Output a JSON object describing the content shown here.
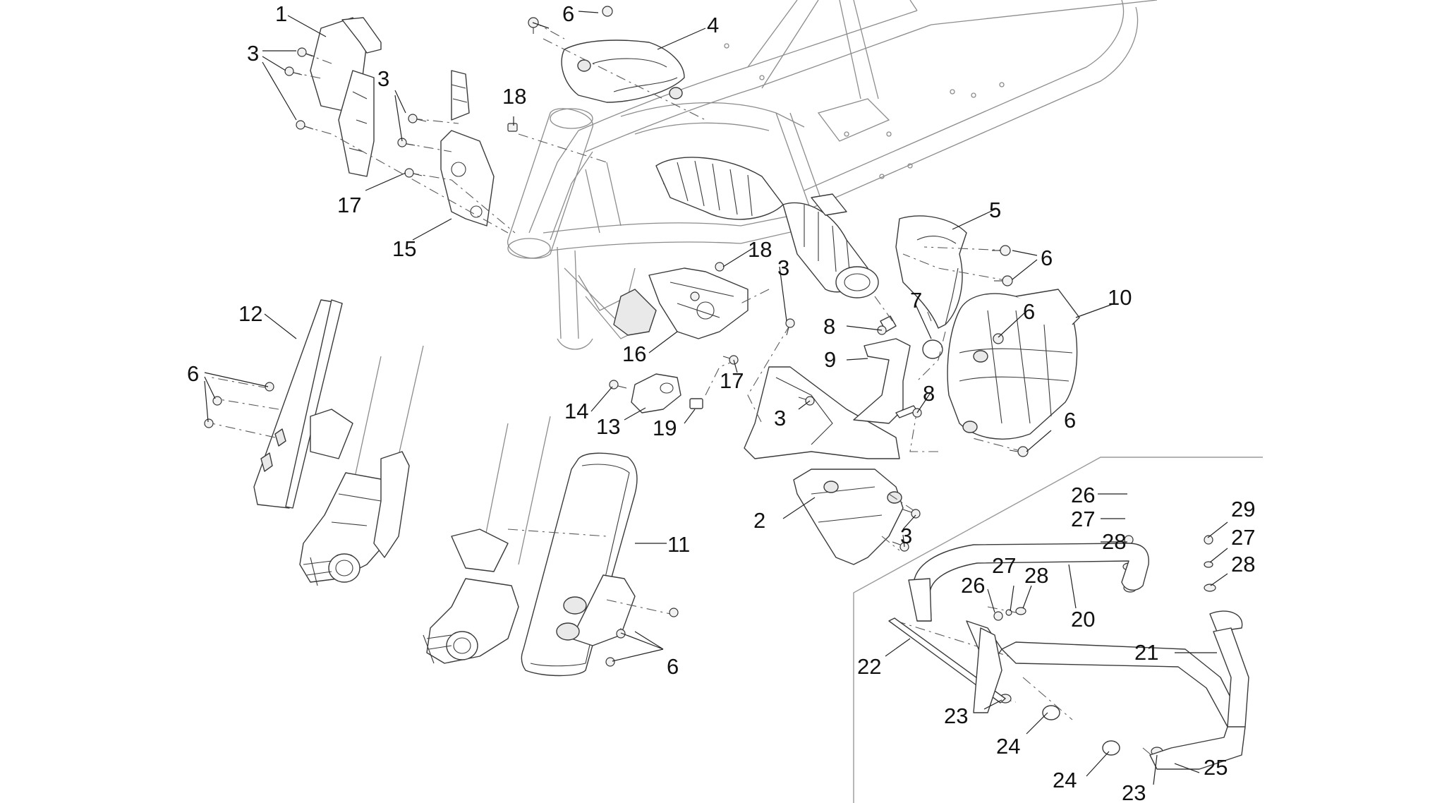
{
  "diagram": {
    "callouts": [
      "1",
      "3",
      "3",
      "6",
      "4",
      "18",
      "17",
      "15",
      "5",
      "6",
      "18",
      "3",
      "12",
      "6",
      "16",
      "17",
      "7",
      "8",
      "10",
      "6",
      "9",
      "14",
      "13",
      "19",
      "8",
      "3",
      "6",
      "2",
      "3",
      "26",
      "27",
      "28",
      "11",
      "29",
      "27",
      "28",
      "27",
      "28",
      "26",
      "20",
      "21",
      "22",
      "6",
      "23",
      "24",
      "24",
      "25",
      "23"
    ]
  }
}
